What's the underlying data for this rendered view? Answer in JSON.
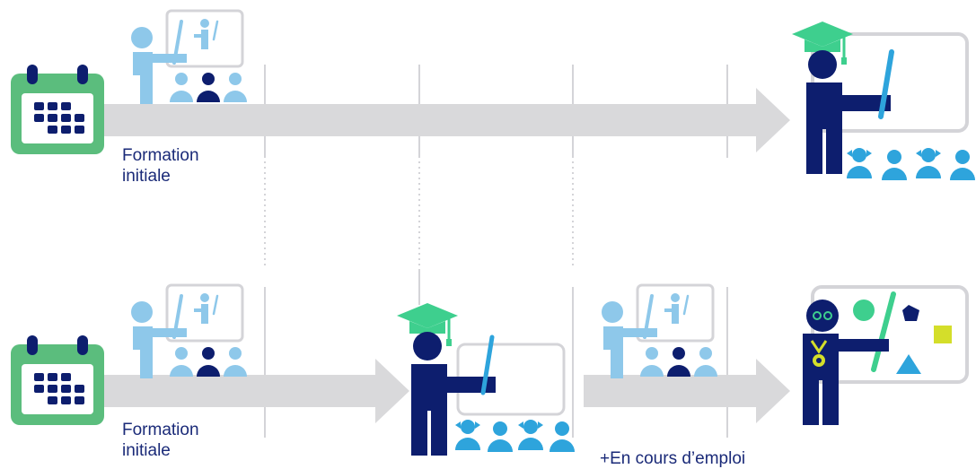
{
  "timeline_top": {
    "label": "Formation\ninitiale"
  },
  "timeline_bottom": {
    "label": "Formation\ninitiale",
    "extra_label": "+En cours d’emploi"
  },
  "colors": {
    "navy": "#0d1e6e",
    "light_blue": "#8ec8ea",
    "mid_blue": "#2ea4dc",
    "green": "#3ecf8e",
    "calendar_green": "#5bbd7d",
    "arrow_gray": "#d9d9db",
    "board_gray": "#d4d4d8",
    "yellow": "#d4de2a"
  }
}
